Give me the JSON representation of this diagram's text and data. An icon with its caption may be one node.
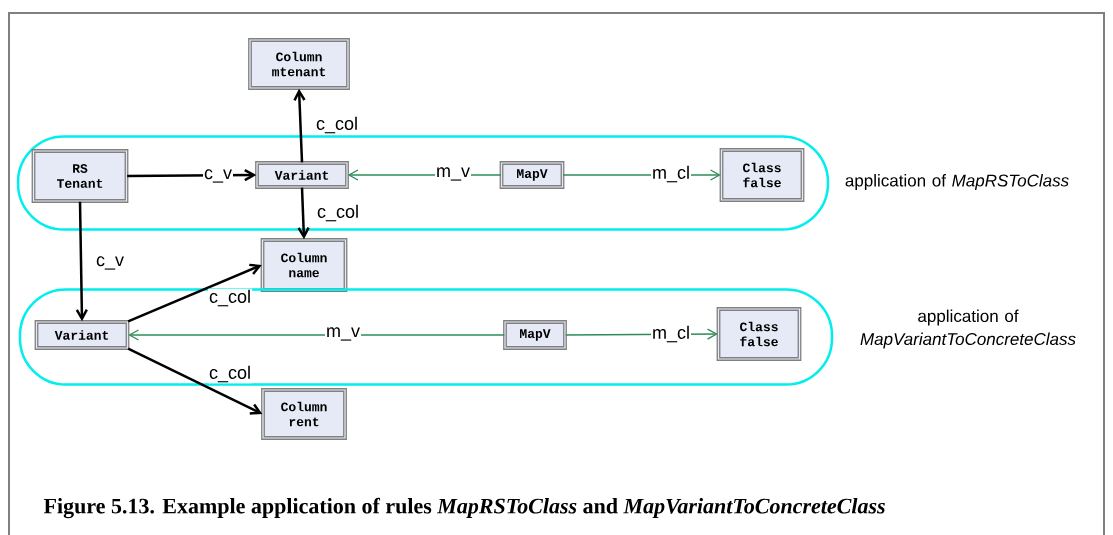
{
  "diagram": {
    "caption": "Figure 5.13.  Example application of rules *MapRSToClass* and *MapVariantToConcreteClass*",
    "nodes": [
      {
        "text": [],
        "shape": "band",
        "beside": [
          "application of *MapRSToClass*"
        ]
      },
      {
        "text": [
          "Column mtenant"
        ]
      },
      {
        "text": [
          "RS Tenant"
        ],
        "in": 0
      },
      {
        "text": [
          "Variant"
        ],
        "in": 0
      },
      {
        "text": [
          "MapV"
        ],
        "in": 0
      },
      {
        "text": [
          "Class false"
        ],
        "in": 0
      },
      {
        "text": [
          "Column name"
        ]
      },
      {
        "text": [],
        "shape": "band",
        "beside": [
          "application of *MapVariantToConcreteClass*"
        ]
      },
      {
        "text": [
          "Variant"
        ],
        "in": 7
      },
      {
        "text": [
          "MapV"
        ],
        "in": 7
      },
      {
        "text": [
          "Class false"
        ],
        "in": 7
      },
      {
        "text": [
          "Column rent"
        ]
      }
    ],
    "edges": [
      {
        "from": 2,
        "to": 3,
        "arrow": "to",
        "label": "c_v"
      },
      {
        "from": 3,
        "to": 1,
        "arrow": "to",
        "label": "c_col"
      },
      {
        "from": 3,
        "to": 6,
        "arrow": "to",
        "label": "c_col"
      },
      {
        "from": 4,
        "to": 3,
        "arrow": "to",
        "label": "m_v",
        "color": "#2e8b57"
      },
      {
        "from": 4,
        "to": 5,
        "arrow": "to",
        "label": "m_cl",
        "color": "#2e8b57"
      },
      {
        "from": 2,
        "to": 8,
        "arrow": "to",
        "label": "c_v"
      },
      {
        "from": 8,
        "to": 6,
        "arrow": "to",
        "label": "c_col"
      },
      {
        "from": 8,
        "to": 11,
        "arrow": "to",
        "label": "c_col"
      },
      {
        "from": 9,
        "to": 8,
        "arrow": "to",
        "label": "m_v",
        "color": "#2e8b57"
      },
      {
        "from": 9,
        "to": 10,
        "arrow": "to",
        "label": "m_cl",
        "color": "#2e8b57"
      }
    ]
  }
}
